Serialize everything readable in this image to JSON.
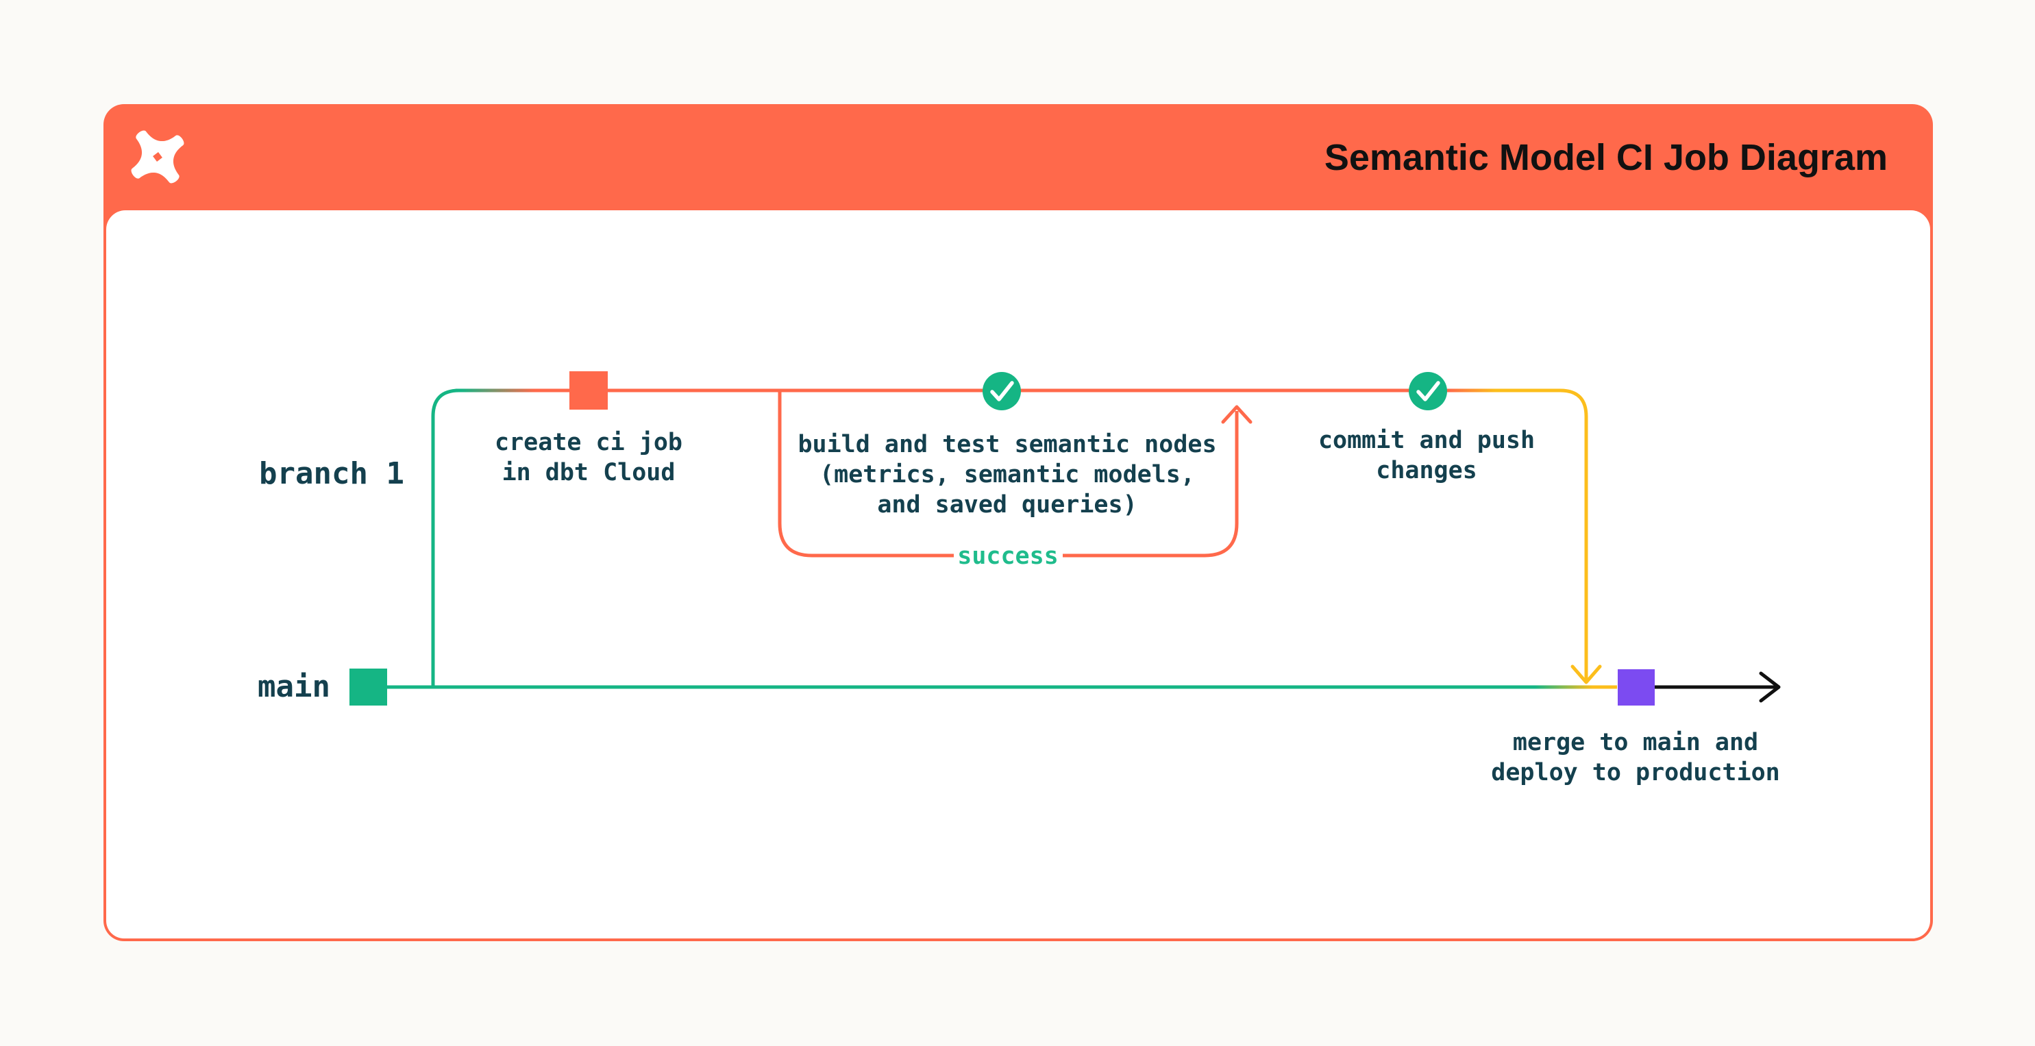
{
  "header": {
    "title": "Semantic Model CI Job Diagram",
    "logo": "dbt-logo",
    "background": "#FF694B"
  },
  "diagram": {
    "lanes": {
      "branch_label": "branch 1",
      "main_label": "main"
    },
    "nodes": [
      {
        "id": "create-ci-job",
        "type": "commit-square",
        "label": "create ci job\nin dbt Cloud"
      },
      {
        "id": "build-and-test",
        "type": "check-circle",
        "label": "build and test semantic nodes\n(metrics, semantic models,\nand saved queries)"
      },
      {
        "id": "commit-push",
        "type": "check-circle",
        "label": "commit and push\nchanges"
      },
      {
        "id": "merge-deploy",
        "type": "merge-square",
        "label": "merge to main and\ndeploy to production"
      }
    ],
    "loop": {
      "label": "success"
    },
    "colors": {
      "orange": "#FF694B",
      "green": "#15B584",
      "success_green": "#1FBC8C",
      "yellow": "#FCBE1C",
      "purple": "#7C4BF1",
      "black": "#101010",
      "text": "#14404E",
      "white": "#FFFFFF"
    }
  }
}
